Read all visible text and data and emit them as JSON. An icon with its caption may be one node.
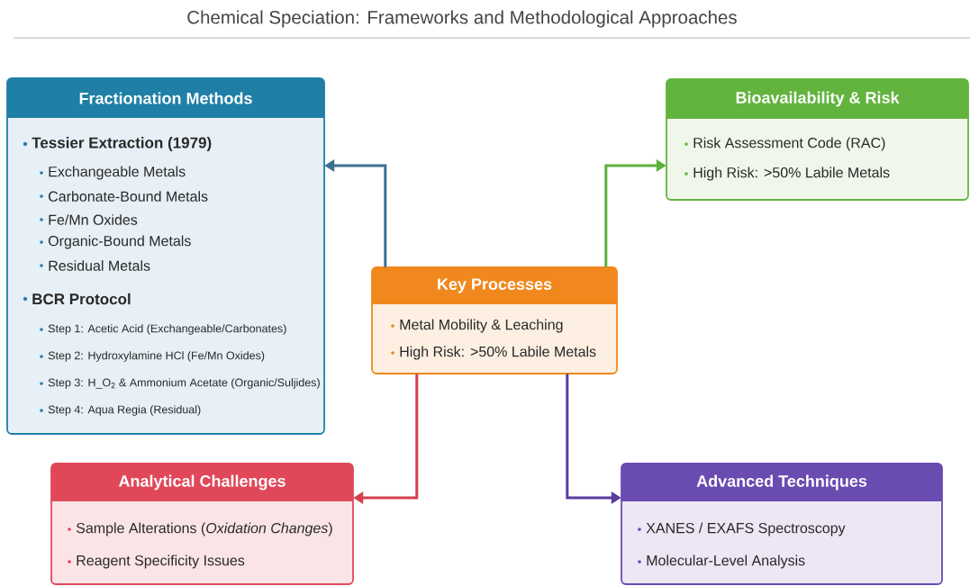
{
  "diagram": {
    "title": "Chemical Speciation: Frameworks and Methodological Approaches",
    "nodes": [
      {
        "text": [
          "Fractionation Methods",
          "Tessier Extraction (1979)",
          "Exchangeable Metals",
          "Carbonate-Bound Metals",
          "Fe/Mn Oxides",
          "Organic-Bound Metals",
          "Residual Metals",
          "BCR Protocol",
          "Step 1: Acetic Acid (Exchangeable/Carbonates)",
          "Step 2: Hydroxylamine HCl (Fe/Mn Oxides)",
          "Step 3: H_O$_{2}$ & Ammonium Acetate (Organic/Suljides)",
          "Step 4: Aqua Regia (Residual)"
        ]
      },
      {
        "text": [
          "Bioavailability & Risk",
          "Risk Assessment Code (RAC)",
          "High Risk: >50% Labile Metals"
        ]
      },
      {
        "text": [
          "Key Processes",
          "Metal Mobility & Leaching",
          "High Risk: >50% Labile Metals"
        ]
      },
      {
        "text": [
          "Analytical Challenges",
          "Sample Alterations (*Oxidation Changes*)",
          "Reagent Specificity Issues"
        ]
      },
      {
        "text": [
          "Advanced Techniques",
          "XANES / EXAFS Spectroscopy",
          "Molecular-Level Analysis"
        ]
      }
    ],
    "edges": [
      {
        "from": 2,
        "to": 0,
        "arrow": "to",
        "color": "#3d6f93"
      },
      {
        "from": 2,
        "to": 1,
        "arrow": "to",
        "color": "#5cb23b"
      },
      {
        "from": 2,
        "to": 3,
        "arrow": "to",
        "color": "#d4404c"
      },
      {
        "from": 2,
        "to": 4,
        "arrow": "to",
        "color": "#5a3d9e"
      }
    ]
  }
}
